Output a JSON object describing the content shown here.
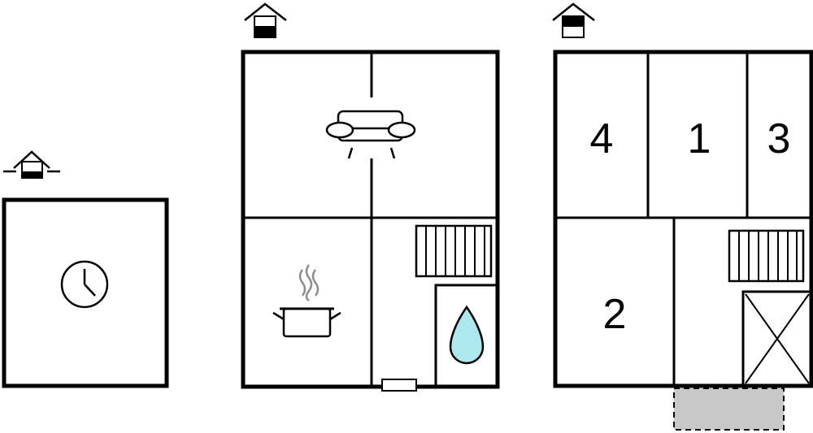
{
  "plans": [
    {
      "id": "outbuilding",
      "floor_icon": "floor-indicator-basement-icon",
      "symbols": [
        "clock-icon"
      ],
      "rooms": []
    },
    {
      "id": "ground-floor",
      "floor_icon": "floor-indicator-ground-floor-icon",
      "symbols": [
        "sofa-icon",
        "cooking-pot-icon",
        "staircase-icon",
        "water-drop-icon",
        "door-icon"
      ],
      "rooms": []
    },
    {
      "id": "first-floor",
      "floor_icon": "floor-indicator-upper-floor-icon",
      "symbols": [
        "staircase-icon",
        "stair-void-icon",
        "terrace-area"
      ],
      "rooms": [
        {
          "label": "4"
        },
        {
          "label": "1"
        },
        {
          "label": "3"
        },
        {
          "label": "2"
        }
      ]
    }
  ],
  "colors": {
    "wall": "#000000",
    "water": "#aee8ef",
    "terrace": "#c8c8c8",
    "steam": "#8c8c8c",
    "background": "#ffffff"
  }
}
